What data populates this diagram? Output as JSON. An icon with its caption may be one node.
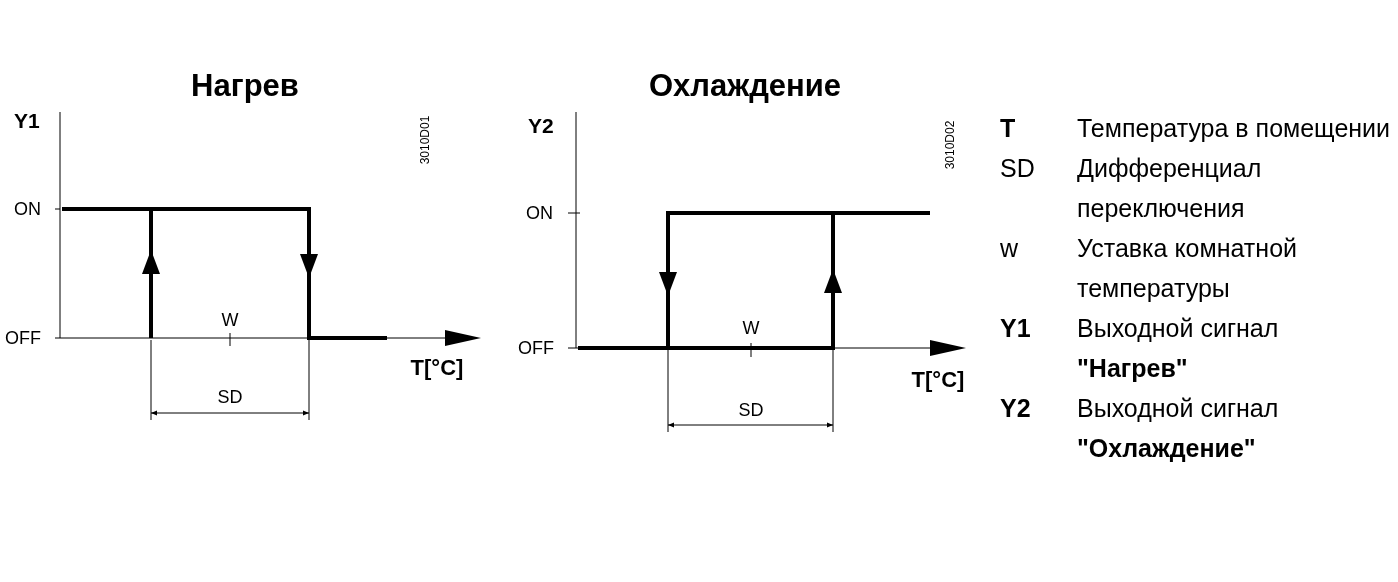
{
  "diagram": {
    "labels": [
      "Нагрев",
      "Y1",
      "3010D01",
      "ON",
      "OFF",
      "W",
      "T[°C]",
      "SD",
      "Охлаждение",
      "Y2",
      "3010D02",
      "ON",
      "OFF",
      "W",
      "T[°C]",
      "SD",
      "T",
      "Температура в помещении",
      "SD",
      "Дифференциал переключения",
      "w",
      "Уставка комнатной температуры",
      "Y1",
      "Выходной сигнал **\"Нагрев\"**",
      "Y2",
      "Выходной сигнал **\"Охлаждение\"**"
    ]
  }
}
